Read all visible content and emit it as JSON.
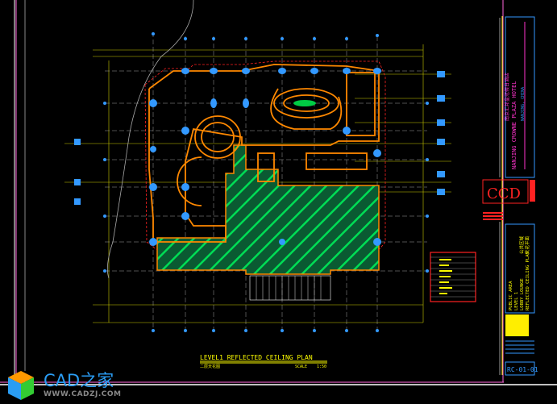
{
  "drawing": {
    "title": "LEVEL1 REFLECTED CEILING PLAN",
    "subtitle_cn": "二层天花图",
    "scale_label": "SCALE",
    "scale_value": "1:50"
  },
  "title_block": {
    "project_cn": "南京汇邦皇冠假日酒店",
    "project_en": "NANJING CROWNE PLAZA HOTEL",
    "project_sub": "NANJING, CHINA",
    "firm_logo": "CCD",
    "area_line1": "PUBLIC AREA",
    "area_line2": "LEVEL 1",
    "area_line3": "LOBBY LOUNGE",
    "area_line4": "REFLECTED CEILING PLAN",
    "area_cn1": "公共区域",
    "area_cn2": "天花平面",
    "drawing_no": "RC-01-01"
  },
  "watermark": {
    "title": "CAD之家",
    "url": "WWW.CADZJ.COM"
  },
  "colors": {
    "background": "#000000",
    "grid": "#ffff00",
    "walls": "#ff8800",
    "hatch": "#00cc44",
    "columns": "#3399ff",
    "frame": "#ff33cc"
  }
}
